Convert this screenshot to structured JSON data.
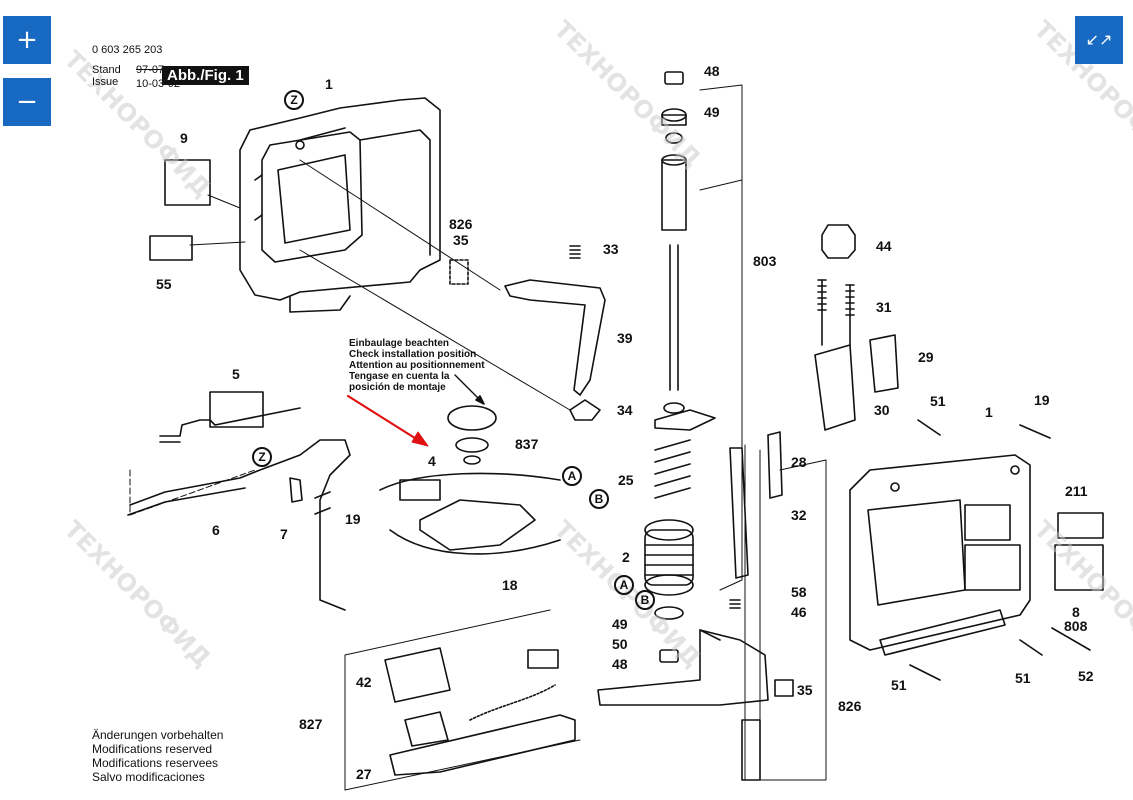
{
  "controls": {
    "zoom_in": "+",
    "zoom_out": "−",
    "fullscreen": "↙↗"
  },
  "header": {
    "part_number": "0 603 265 203",
    "stand_label": "Stand",
    "issue_label": "Issue",
    "stand_date": "97-07",
    "issue_date": "10-03-02",
    "figure_label": "Abb./Fig. 1"
  },
  "installation_note": [
    "Einbaulage beachten",
    "Check installation position",
    "Attention au positionnement",
    "Tengase en cuenta la",
    "posición de montaje"
  ],
  "footer": [
    "Änderungen vorbehalten",
    "Modifications reserved",
    "Modifications reservees",
    "Salvo modificaciones"
  ],
  "callouts": {
    "c1": "1",
    "c9": "9",
    "c55": "55",
    "c826a": "826",
    "c35a": "35",
    "c33": "33",
    "c39": "39",
    "c34": "34",
    "c48a": "48",
    "c49a": "49",
    "c803": "803",
    "c44": "44",
    "c31": "31",
    "c29": "29",
    "c5": "5",
    "c6": "6",
    "c7": "7",
    "c19a": "19",
    "c4": "4",
    "c837": "837",
    "cA1": "A",
    "cB1": "B",
    "c18": "18",
    "c25": "25",
    "c2": "2",
    "cA2": "A",
    "cB2": "B",
    "c49b": "49",
    "c50": "50",
    "c48b": "48",
    "c28": "28",
    "c32": "32",
    "c58": "58",
    "c46": "46",
    "c35b": "35",
    "c826b": "826",
    "c30": "30",
    "c51a": "51",
    "c1b": "1",
    "c19b": "19",
    "c211": "211",
    "c8": "8",
    "c808": "808",
    "c52": "52",
    "c51b": "51",
    "c51c": "51",
    "c42": "42",
    "c827": "827",
    "c27": "27",
    "cZ1": "Z",
    "cZ2": "Z"
  },
  "watermark": "ТЕХНОРОФИД"
}
